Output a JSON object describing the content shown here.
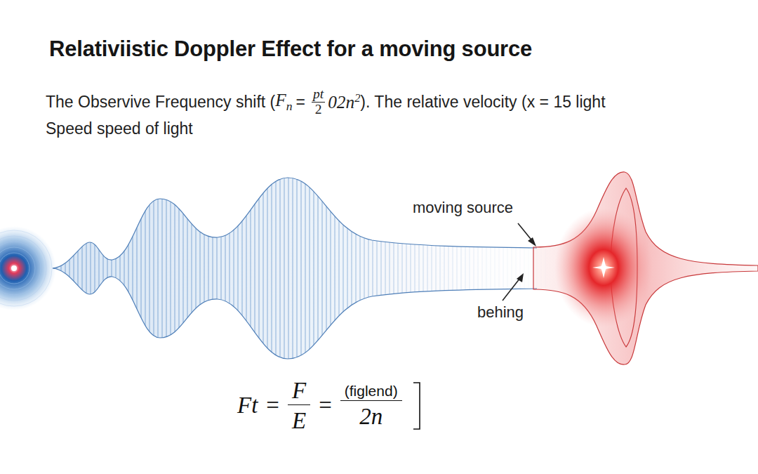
{
  "diagram": {
    "title": "Relativiistic Doppler Effect for a moving source",
    "labels": [
      "The Observive Frequency shift (",
      "F",
      "n",
      "=",
      "pt",
      "2",
      "02n",
      "2",
      "). The relative velocity (",
      "x = 15 light",
      "Speed speed of light",
      "moving source",
      "behing",
      "Ft",
      "=",
      "F",
      "E",
      "=",
      "(figlend)",
      "2n"
    ]
  }
}
